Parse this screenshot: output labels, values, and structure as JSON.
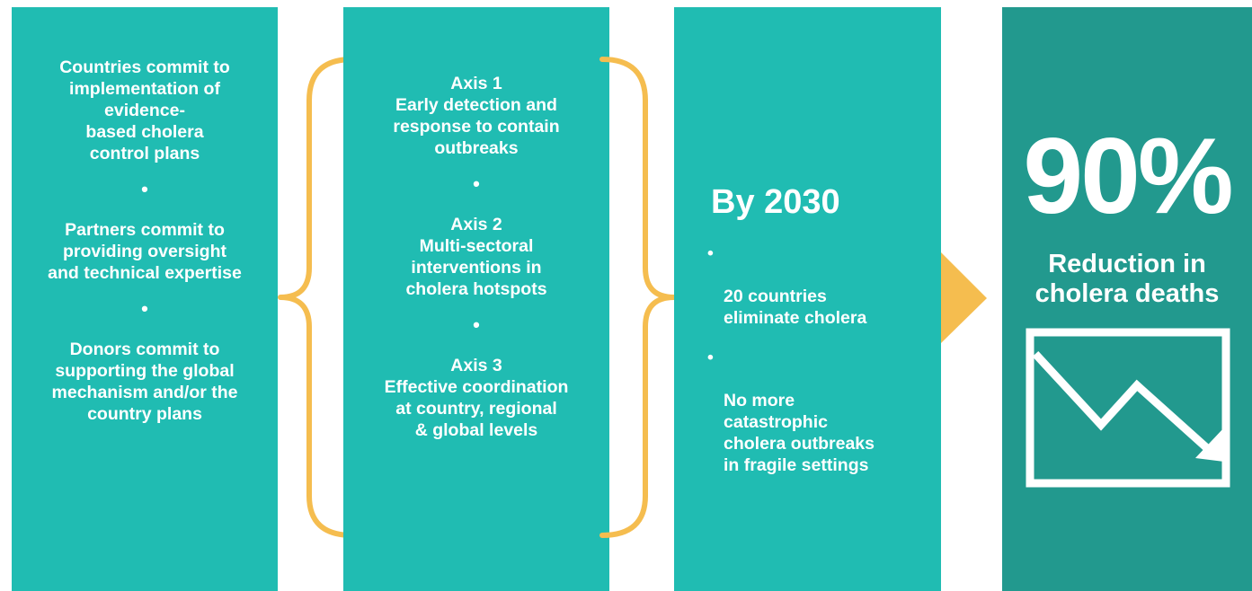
{
  "colors": {
    "teal": "#20bcb2",
    "dark_teal": "#22998e",
    "brace": "#f5bd4f",
    "text": "#ffffff"
  },
  "commitments": {
    "items": [
      "Countries commit to\nimplementation of\nevidence-\nbased cholera\ncontrol plans",
      "Partners commit to\nproviding oversight\nand technical expertise",
      "Donors commit to\nsupporting the global\nmechanism and/or the\ncountry plans"
    ],
    "separator": "•"
  },
  "axes": {
    "items": [
      {
        "title": "Axis 1",
        "text": "Early detection and\nresponse to contain\noutbreaks"
      },
      {
        "title": "Axis 2",
        "text": "Multi-sectoral\ninterventions in\ncholera hotspots"
      },
      {
        "title": "Axis 3",
        "text": "Effective coordination\nat country, regional\n& global levels"
      }
    ],
    "separator": "•"
  },
  "goals": {
    "headline": "By 2030",
    "bullet": "•",
    "items": [
      "20 countries\neliminate cholera",
      "No more\ncatastrophic\ncholera outbreaks\nin fragile settings"
    ]
  },
  "impact": {
    "percent": "90%",
    "caption": "Reduction in\ncholera deaths",
    "icon": "downward-trend-envelope-icon"
  }
}
